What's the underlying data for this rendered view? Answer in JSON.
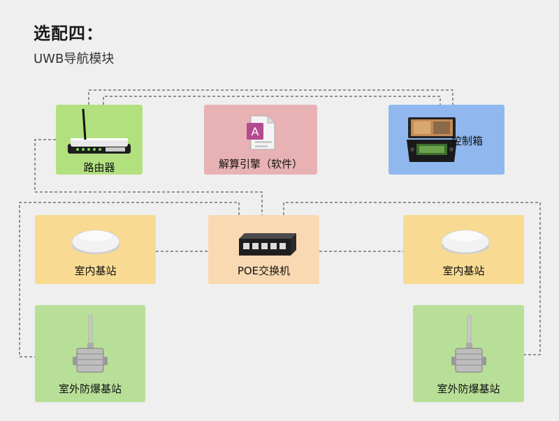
{
  "header": {
    "title": "选配四：",
    "subtitle": "UWB导航模块"
  },
  "nodes": {
    "router": {
      "label": "路由器",
      "icon": "router-icon",
      "color": "#b2e07e"
    },
    "engine": {
      "label": "解算引擎（软件）",
      "icon": "software-file-icon",
      "color": "#e8b2b4"
    },
    "control_box": {
      "label": "控制箱",
      "icon": "control-box-icon",
      "color": "#90b8ef"
    },
    "poe_switch": {
      "label": "POE交换机",
      "icon": "network-switch-icon",
      "color": "#f9d9b2"
    },
    "indoor_left": {
      "label": "室内基站",
      "icon": "ceiling-base-station-icon",
      "color": "#f8da92"
    },
    "indoor_right": {
      "label": "室内基站",
      "icon": "ceiling-base-station-icon",
      "color": "#f8da92"
    },
    "outdoor_left": {
      "label": "室外防爆基站",
      "icon": "explosion-proof-station-icon",
      "color": "#b8df98"
    },
    "outdoor_right": {
      "label": "室外防爆基站",
      "icon": "explosion-proof-station-icon",
      "color": "#b8df98"
    }
  },
  "connections": [
    {
      "from": "router",
      "to": "control_box",
      "style": "dashed"
    },
    {
      "from": "router",
      "to": "poe_switch",
      "style": "dashed"
    },
    {
      "from": "poe_switch",
      "to": "indoor_left",
      "style": "dashed"
    },
    {
      "from": "poe_switch",
      "to": "indoor_right",
      "style": "dashed"
    },
    {
      "from": "poe_switch",
      "to": "outdoor_left",
      "style": "dashed"
    },
    {
      "from": "poe_switch",
      "to": "outdoor_right",
      "style": "dashed"
    }
  ]
}
